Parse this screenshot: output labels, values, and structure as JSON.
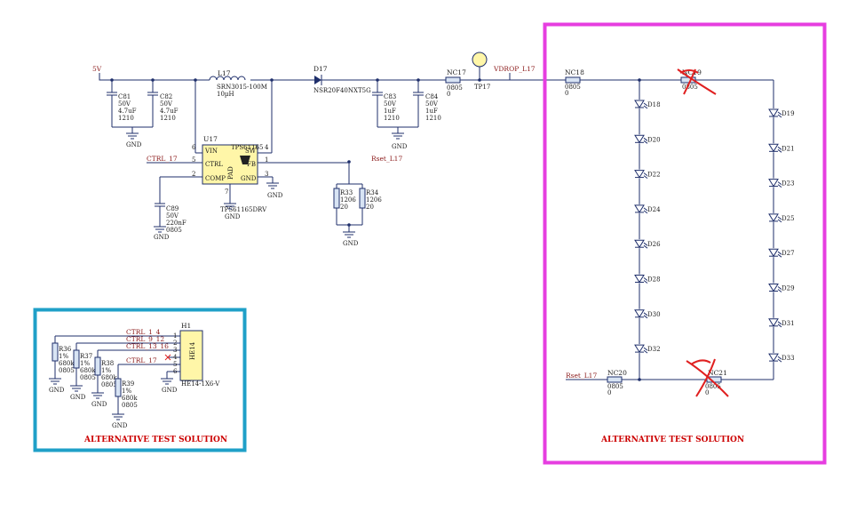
{
  "colors": {
    "wire": "#1f2f6b",
    "ic_fill": "#fff6a8",
    "resistor_fill": "#d8e4f4",
    "box_teal": "#1fa0c8",
    "box_magenta": "#e63ee0",
    "red_mark": "#e02020",
    "title_red": "#cc0000"
  },
  "power": {
    "v5": "5V",
    "vdrop": "VDROP_L17",
    "tp": "TP17"
  },
  "caps": {
    "c81": [
      "C81",
      "50V",
      "4.7uF",
      "1210"
    ],
    "c82": [
      "C82",
      "50V",
      "4.7uF",
      "1210"
    ],
    "c83": [
      "C83",
      "50V",
      "1uF",
      "1210"
    ],
    "c84": [
      "C84",
      "50V",
      "1uF",
      "1210"
    ],
    "c89": [
      "C89",
      "50V",
      "220nF",
      "0805"
    ]
  },
  "inductor": [
    "L17",
    "SRN3015-100M",
    "10µH"
  ],
  "diode": [
    "D17",
    "NSR20F40NXT5G"
  ],
  "ic": {
    "ref": "U17",
    "part": "TPS61165",
    "part_label": "TPS61165DRV",
    "pins": {
      "vin": "VIN",
      "sw": "SW",
      "ctrl": "CTRL",
      "fb": "FB",
      "comp": "COMP",
      "gnd": "GND",
      "pad": "PAD"
    },
    "pin_nums": [
      "6",
      "4",
      "5",
      "1",
      "2",
      "3",
      "7"
    ]
  },
  "nets": {
    "ctrl17": "CTRL_17",
    "rset": "Rset_L17",
    "gnd": "GND"
  },
  "rsense": {
    "r33": [
      "R33",
      "1206",
      "20"
    ],
    "r34": [
      "R34",
      "1206",
      "20"
    ]
  },
  "nc": {
    "nc17": [
      "NC17",
      "0805",
      "0"
    ],
    "nc18": [
      "NC18",
      "0805",
      "0"
    ],
    "nc19": [
      "NC19",
      "0805"
    ],
    "nc20": [
      "NC20",
      "0805",
      "0"
    ],
    "nc21": [
      "NC21",
      "0805",
      "0"
    ]
  },
  "leds_left": [
    "D18",
    "D20",
    "D22",
    "D24",
    "D26",
    "D28",
    "D30",
    "D32"
  ],
  "leds_right": [
    "D19",
    "D21",
    "D23",
    "D25",
    "D27",
    "D29",
    "D31",
    "D33"
  ],
  "connector": {
    "ref": "H1",
    "part": "HE14-1X6-V",
    "body": "HE14",
    "pins": [
      "1",
      "2",
      "3",
      "4",
      "5",
      "6"
    ],
    "nets": [
      "CTRL_1_4",
      "CTRL_9_12",
      "CTRL_13_16",
      "CTRL_17"
    ]
  },
  "pulldowns": {
    "r36": [
      "R36",
      "1%",
      "680k",
      "0805"
    ],
    "r37": [
      "R37",
      "1%",
      "680k",
      "0805"
    ],
    "r38": [
      "R38",
      "1%",
      "680k",
      "0805"
    ],
    "r39": [
      "R39",
      "1%",
      "680k",
      "0805"
    ]
  },
  "titles": {
    "left": "ALTERNATIVE TEST SOLUTION",
    "right": "ALTERNATIVE TEST SOLUTION"
  }
}
